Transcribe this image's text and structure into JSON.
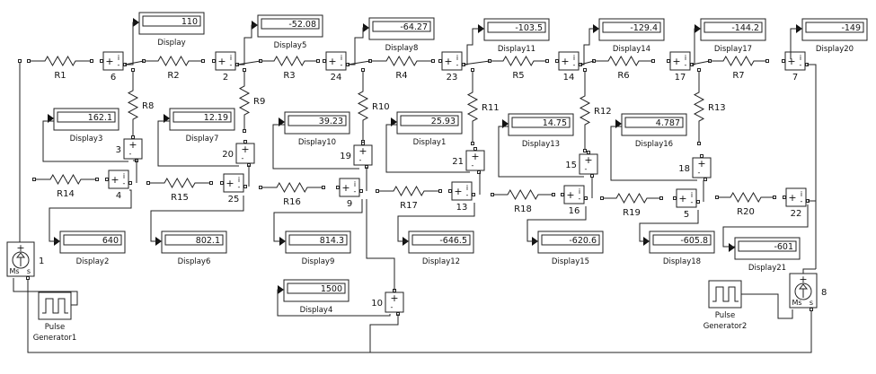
{
  "diagram": {
    "type": "simulink-resistor-network",
    "resistors": [
      "R1",
      "R2",
      "R3",
      "R4",
      "R5",
      "R6",
      "R7",
      "R8",
      "R9",
      "R10",
      "R11",
      "R12",
      "R13",
      "R14",
      "R15",
      "R16",
      "R17",
      "R18",
      "R19",
      "R20"
    ],
    "current_sensors": [
      "6",
      "2",
      "24",
      "23",
      "14",
      "17",
      "7",
      "3",
      "20",
      "19",
      "21",
      "15",
      "18",
      "4",
      "25",
      "9",
      "13",
      "16",
      "5",
      "22",
      "10"
    ],
    "sensor_symbols": {
      "plus": "+",
      "minus": "-",
      "out": "i"
    },
    "sources": [
      {
        "id": "1",
        "label": "1"
      },
      {
        "id": "8",
        "label": "8"
      }
    ],
    "source_symbols": {
      "plus": "+",
      "left_port": "Ms",
      "right_port": "s"
    },
    "pulse_generators": [
      {
        "line1": "Pulse",
        "line2": "Generator1"
      },
      {
        "line1": "Pulse",
        "line2": "Generator2"
      }
    ],
    "displays": [
      {
        "name": "Display",
        "value": "110"
      },
      {
        "name": "Display5",
        "value": "-52.08"
      },
      {
        "name": "Display8",
        "value": "-64.27"
      },
      {
        "name": "Display11",
        "value": "-103.5"
      },
      {
        "name": "Display14",
        "value": "-129.4"
      },
      {
        "name": "Display17",
        "value": "-144.2"
      },
      {
        "name": "Display20",
        "value": "-149"
      },
      {
        "name": "Display3",
        "value": "162.1"
      },
      {
        "name": "Display7",
        "value": "12.19"
      },
      {
        "name": "Display10",
        "value": "39.23"
      },
      {
        "name": "Display1",
        "value": "25.93"
      },
      {
        "name": "Display13",
        "value": "14.75"
      },
      {
        "name": "Display16",
        "value": "4.787"
      },
      {
        "name": "Display2",
        "value": "640"
      },
      {
        "name": "Display6",
        "value": "802.1"
      },
      {
        "name": "Display9",
        "value": "814.3"
      },
      {
        "name": "Display12",
        "value": "-646.5"
      },
      {
        "name": "Display15",
        "value": "-620.6"
      },
      {
        "name": "Display18",
        "value": "-605.8"
      },
      {
        "name": "Display21",
        "value": "-601"
      },
      {
        "name": "Display4",
        "value": "1500"
      }
    ]
  }
}
